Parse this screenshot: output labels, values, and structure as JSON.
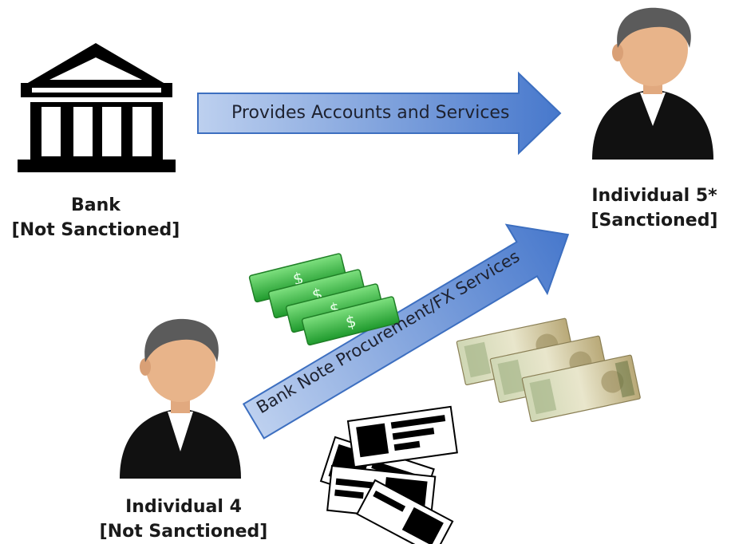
{
  "title": "",
  "nodes": {
    "bank": {
      "name": "Bank",
      "status": "[Not Sanctioned]"
    },
    "individual5": {
      "name": "Individual 5*",
      "status": "[Sanctioned]"
    },
    "individual4": {
      "name": "Individual 4",
      "status": "[Not Sanctioned]"
    }
  },
  "edges": {
    "bank_to_individual5": {
      "label": "Provides Accounts and Services"
    },
    "individual4_to_individual5": {
      "label": "Bank Note Procurement/FX Services"
    }
  },
  "icons": {
    "bank": "bank-building-icon",
    "person": "person-avatar-icon",
    "green_money": "dollar-banknotes-icon",
    "dirham_notes": "dirham-banknotes-icon",
    "bw_notes": "banknote-stack-icon"
  },
  "colors": {
    "arrow_light": "#b8cdee",
    "arrow_dark": "#4a7ccf",
    "arrow_border": "#3d6fc0",
    "skin": "#e8b48a",
    "hair": "#5b5b5b",
    "suit": "#111111",
    "money_green": "#3fb24a"
  }
}
